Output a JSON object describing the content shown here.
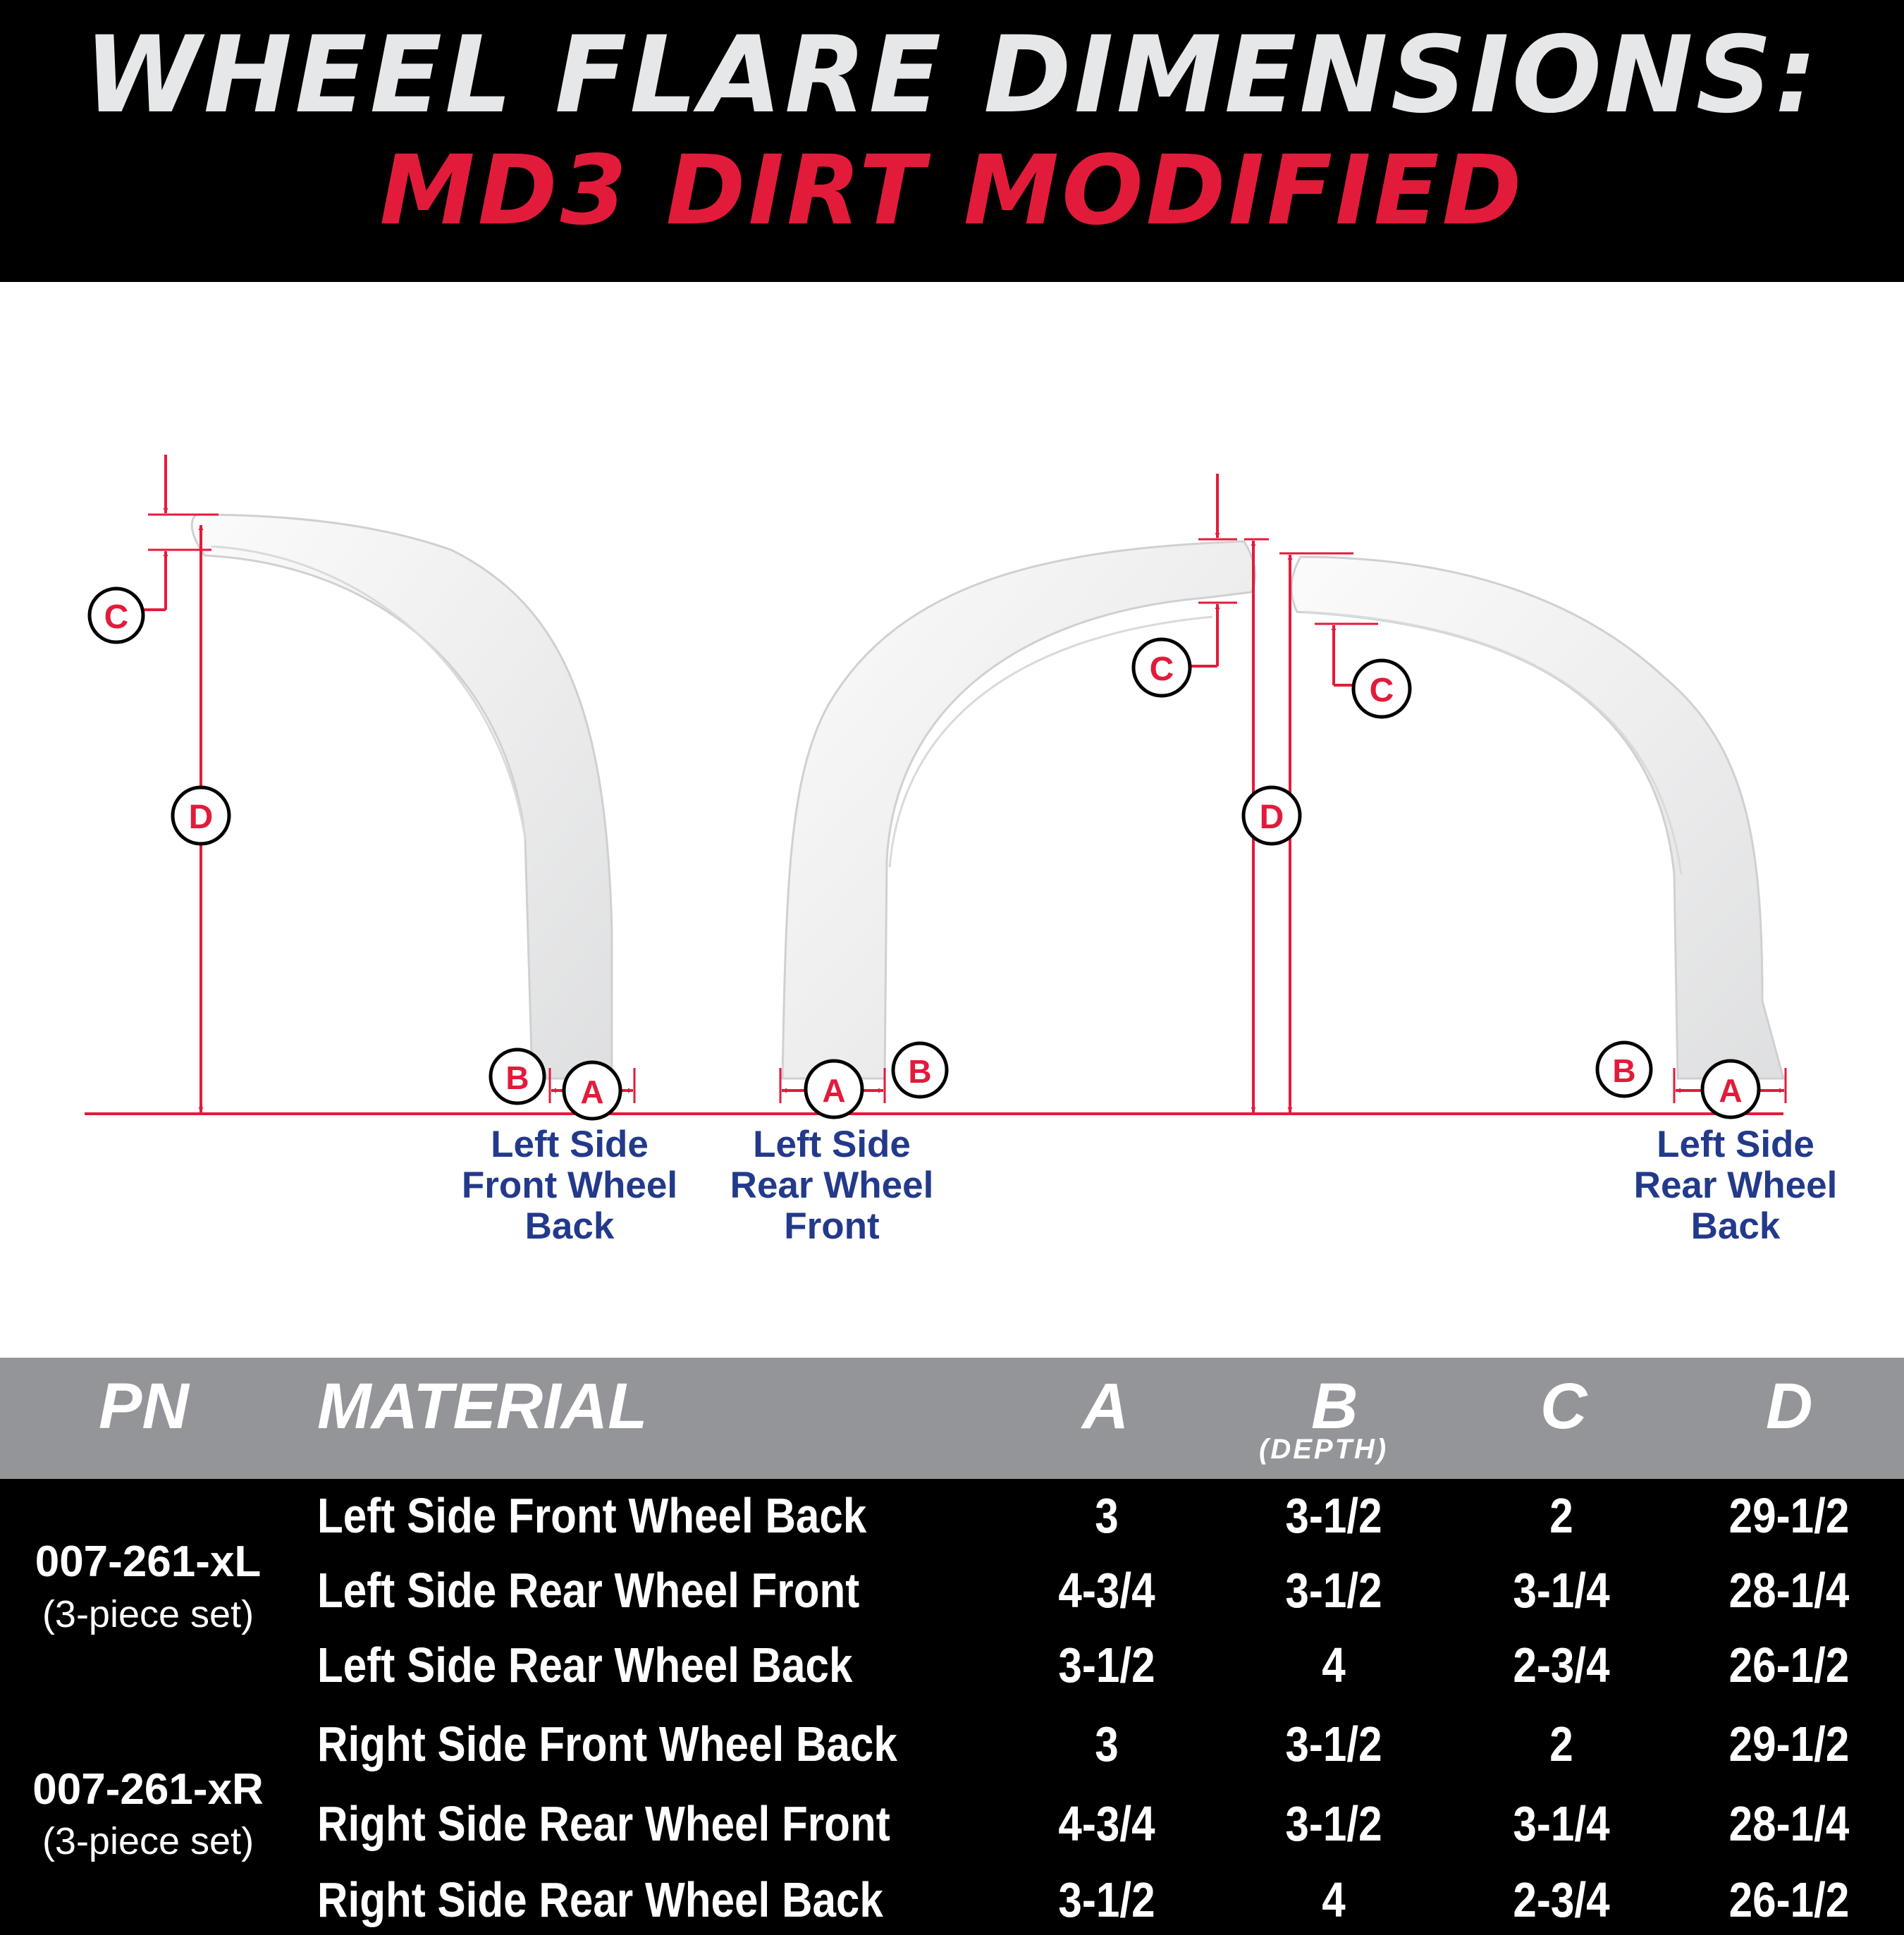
{
  "header": {
    "title": "WHEEL FLARE DIMENSIONS:",
    "subtitle": "MD3 DIRT MODIFIED"
  },
  "colors": {
    "header_bg": "#000000",
    "title": "#e6e7e8",
    "subtitle": "#e31b3b",
    "dimension_red": "#e31b3b",
    "label_blue": "#233a8b",
    "table_head_bg": "#939598",
    "table_body_bg": "#000000"
  },
  "diagram": {
    "markers": {
      "a": "A",
      "b": "B",
      "c": "C",
      "d": "D"
    },
    "pieces": [
      {
        "line1": "Left Side",
        "line2": "Front Wheel",
        "line3": "Back"
      },
      {
        "line1": "Left Side",
        "line2": "Rear Wheel",
        "line3": "Front"
      },
      {
        "line1": "Left Side",
        "line2": "Rear Wheel",
        "line3": "Back"
      }
    ]
  },
  "table": {
    "headers": {
      "pn": "PN",
      "material": "MATERIAL",
      "a": "A",
      "b": "B",
      "b_sub": "(DEPTH)",
      "c": "C",
      "d": "D"
    },
    "groups": [
      {
        "pn": "007-261-xL",
        "set": "(3-piece set)",
        "rows": [
          {
            "material": "Left Side Front Wheel Back",
            "a": "3",
            "b": "3-1/2",
            "c": "2",
            "d": "29-1/2"
          },
          {
            "material": "Left Side Rear Wheel Front",
            "a": "4-3/4",
            "b": "3-1/2",
            "c": "3-1/4",
            "d": "28-1/4"
          },
          {
            "material": "Left Side Rear Wheel Back",
            "a": "3-1/2",
            "b": "4",
            "c": "2-3/4",
            "d": "26-1/2"
          }
        ]
      },
      {
        "pn": "007-261-xR",
        "set": "(3-piece set)",
        "rows": [
          {
            "material": "Right Side Front Wheel Back",
            "a": "3",
            "b": "3-1/2",
            "c": "2",
            "d": "29-1/2"
          },
          {
            "material": "Right Side Rear Wheel Front",
            "a": "4-3/4",
            "b": "3-1/2",
            "c": "3-1/4",
            "d": "28-1/4"
          },
          {
            "material": "Right Side Rear Wheel Back",
            "a": "3-1/2",
            "b": "4",
            "c": "2-3/4",
            "d": "26-1/2"
          }
        ]
      }
    ]
  }
}
